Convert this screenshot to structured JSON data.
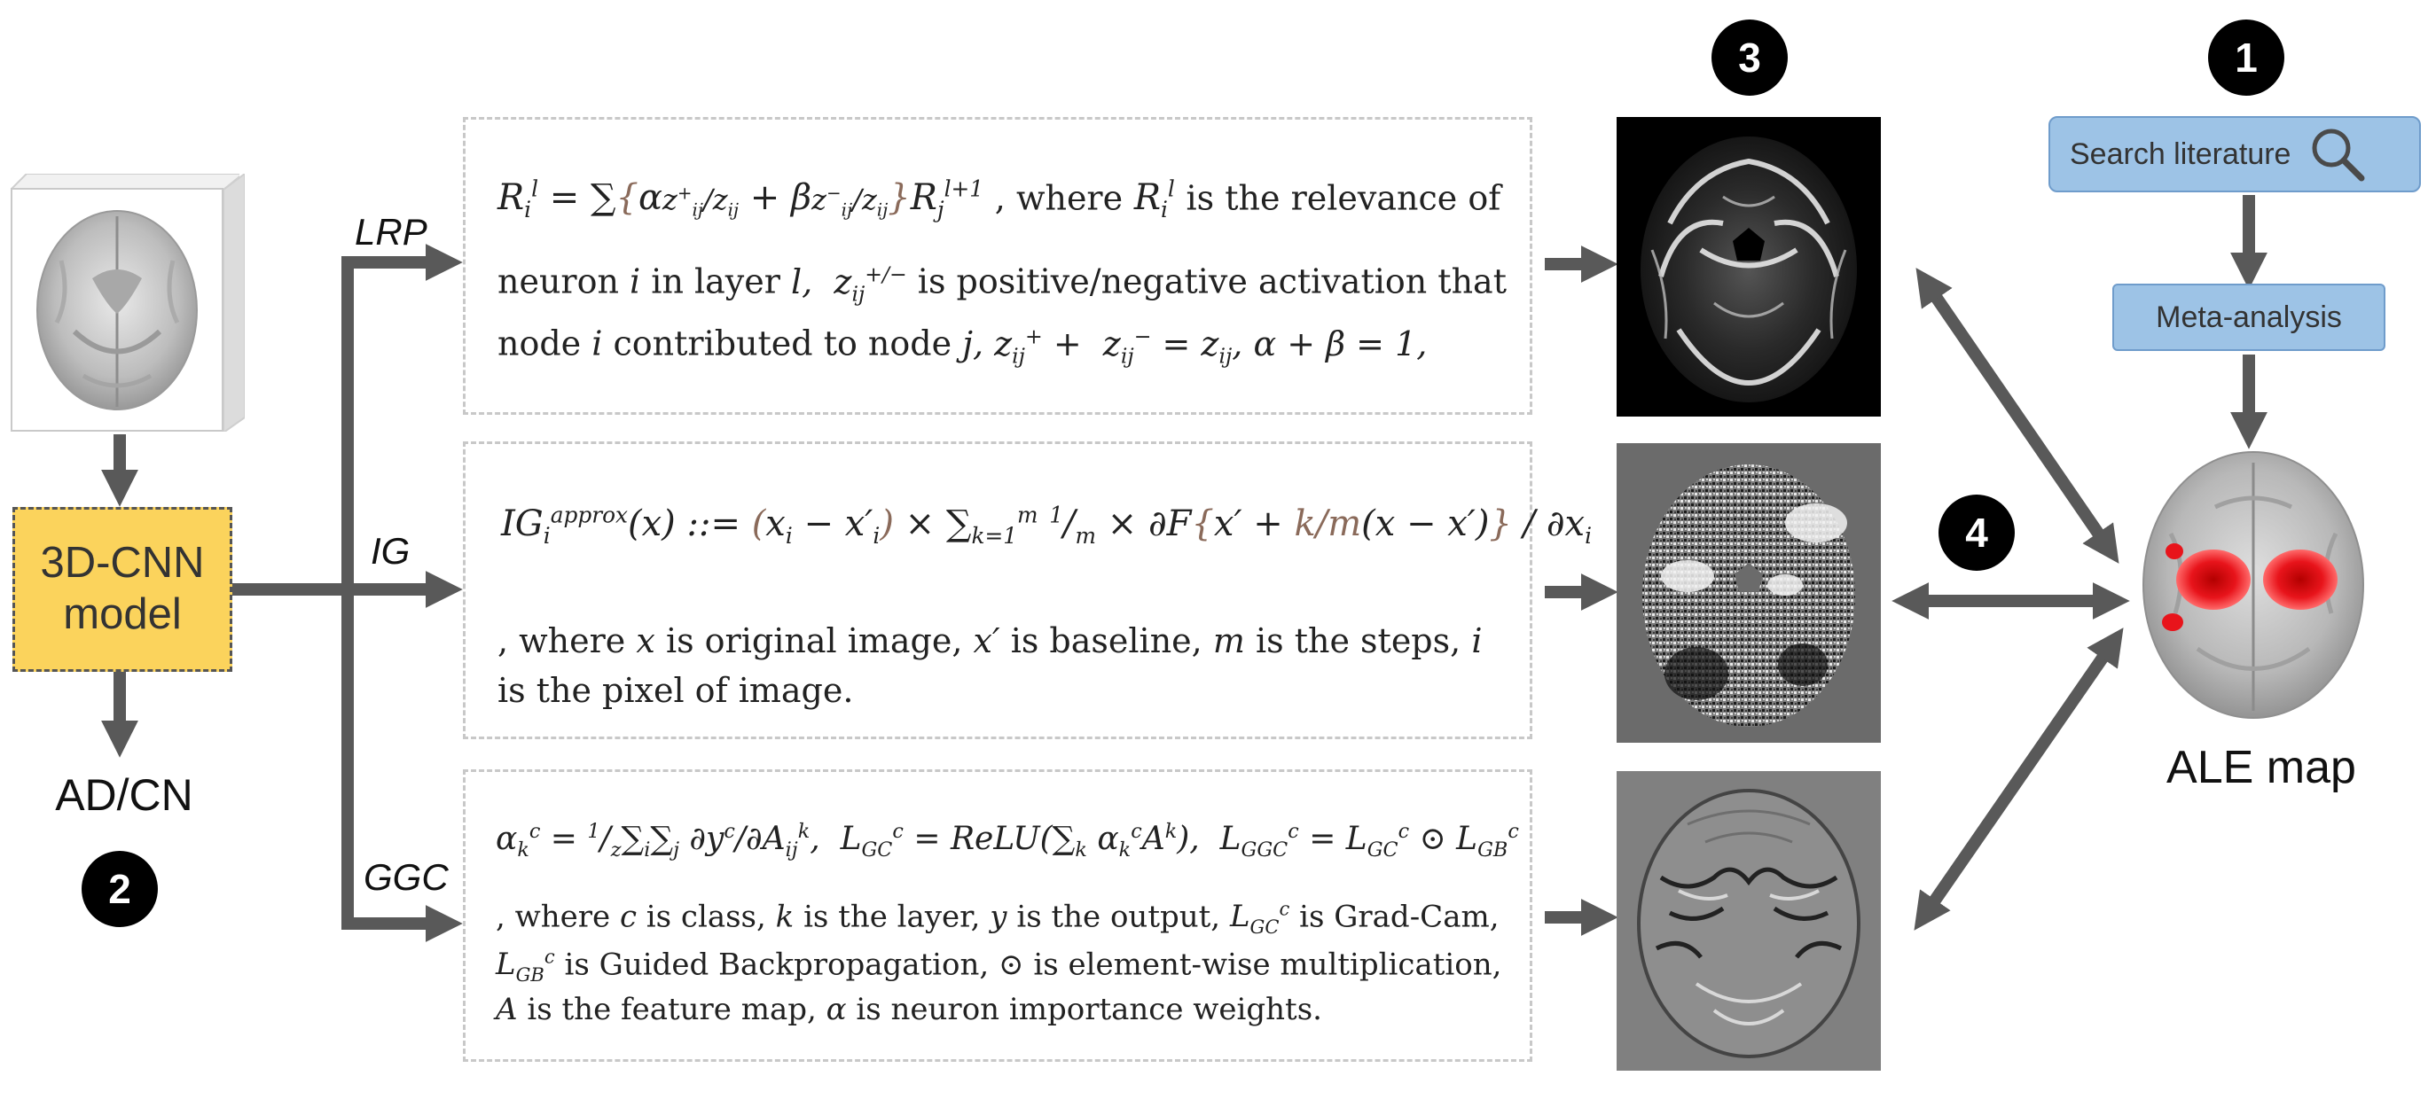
{
  "model": {
    "line1": "3D-CNN",
    "line2": "model"
  },
  "output_label": "AD/CN",
  "badges": {
    "b1": "1",
    "b2": "2",
    "b3": "3",
    "b4": "4"
  },
  "methods": {
    "lrp": {
      "label": "LRP",
      "text1": ", where",
      "text1b": "is the relevance of",
      "text2a": "neuron",
      "text2b": "in layer",
      "text2c": "is positive/negative activation that",
      "text3a": "node",
      "text3b": "contributed to node"
    },
    "ig": {
      "label": "IG",
      "text1a": ", where",
      "text1b": "is original image,",
      "text1c": "is baseline,",
      "text1d": "is the steps,",
      "text2": "is the pixel of image."
    },
    "ggc": {
      "label": "GGC",
      "text1a": ", where",
      "text1b": "is class,",
      "text1c": "is the layer,",
      "text1d": "is the output,",
      "text1e": "is Grad-Cam,",
      "text2a": "is Guided Backpropagation,",
      "text2b": "is element-wise multiplication,",
      "text3a": "is the feature map,",
      "text3b": "is neuron importance weights."
    }
  },
  "literature": {
    "search_label": "Search literature",
    "meta_label": "Meta-analysis",
    "ale_label": "ALE map"
  },
  "colors": {
    "arrow": "#595959",
    "model_fill": "#fbd35c",
    "button_fill": "#9dc3e6",
    "activation_red": "#e8141b"
  },
  "icons": [
    "search-icon",
    "brain-icon"
  ]
}
